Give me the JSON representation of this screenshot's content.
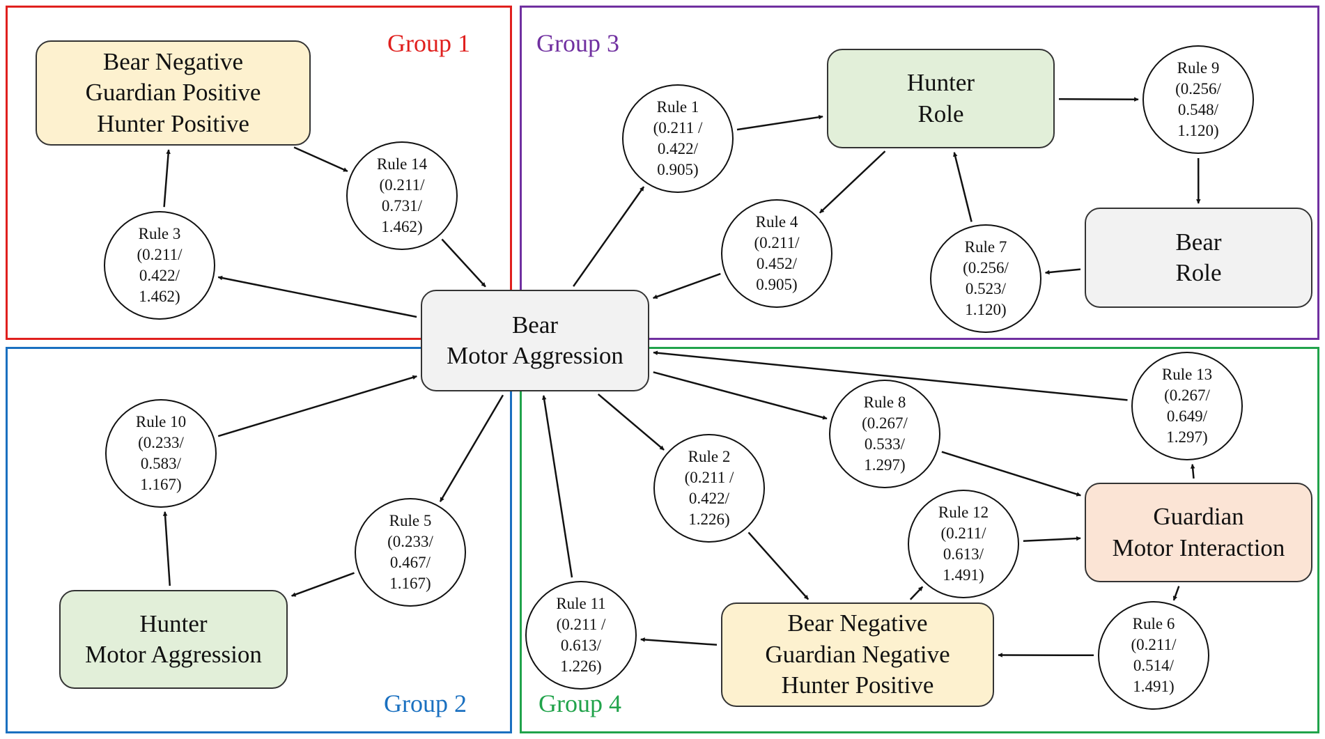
{
  "groups": [
    {
      "id": "g1",
      "label": "Group 1",
      "color": "#e0201e"
    },
    {
      "id": "g2",
      "label": "Group 2",
      "color": "#1a70c0"
    },
    {
      "id": "g3",
      "label": "Group 3",
      "color": "#7030a0"
    },
    {
      "id": "g4",
      "label": "Group 4",
      "color": "#21a34b"
    }
  ],
  "nodes": {
    "bear_motor_aggression": {
      "lines": [
        "Bear",
        "Motor Aggression"
      ],
      "fill": "#f2f2f2"
    },
    "g1_bear_neg_guardian_pos_hunter_pos": {
      "lines": [
        "Bear Negative",
        "Guardian Positive",
        "Hunter Positive"
      ],
      "fill": "#fdf1cf"
    },
    "hunter_role": {
      "lines": [
        "Hunter",
        "Role"
      ],
      "fill": "#e2efd9"
    },
    "bear_role": {
      "lines": [
        "Bear",
        "Role"
      ],
      "fill": "#f2f2f2"
    },
    "hunter_motor_aggression": {
      "lines": [
        "Hunter",
        "Motor Aggression"
      ],
      "fill": "#e2efd9"
    },
    "guardian_motor_interaction": {
      "lines": [
        "Guardian",
        "Motor Interaction"
      ],
      "fill": "#fbe4d5"
    },
    "g4_bear_neg_guardian_neg_hunter_pos": {
      "lines": [
        "Bear Negative",
        "Guardian Negative",
        "Hunter Positive"
      ],
      "fill": "#fdf1cf"
    }
  },
  "rules": {
    "r1": {
      "lines": [
        "Rule 1",
        "(0.211 /",
        "0.422/",
        "0.905)"
      ]
    },
    "r2": {
      "lines": [
        "Rule 2",
        "(0.211 /",
        "0.422/",
        "1.226)"
      ]
    },
    "r3": {
      "lines": [
        "Rule 3",
        "(0.211/",
        "0.422/",
        "1.462)"
      ]
    },
    "r4": {
      "lines": [
        "Rule 4",
        "(0.211/",
        "0.452/",
        "0.905)"
      ]
    },
    "r5": {
      "lines": [
        "Rule 5",
        "(0.233/",
        "0.467/",
        "1.167)"
      ]
    },
    "r6": {
      "lines": [
        "Rule 6",
        "(0.211/",
        "0.514/",
        "1.491)"
      ]
    },
    "r7": {
      "lines": [
        "Rule 7",
        "(0.256/",
        "0.523/",
        "1.120)"
      ]
    },
    "r8": {
      "lines": [
        "Rule 8",
        "(0.267/",
        "0.533/",
        "1.297)"
      ]
    },
    "r9": {
      "lines": [
        "Rule 9",
        "(0.256/",
        "0.548/",
        "1.120)"
      ]
    },
    "r10": {
      "lines": [
        "Rule 10",
        "(0.233/",
        "0.583/",
        "1.167)"
      ]
    },
    "r11": {
      "lines": [
        "Rule 11",
        "(0.211 /",
        "0.613/",
        "1.226)"
      ]
    },
    "r12": {
      "lines": [
        "Rule 12",
        "(0.211/",
        "0.613/",
        "1.491)"
      ]
    },
    "r13": {
      "lines": [
        "Rule 13",
        "(0.267/",
        "0.649/",
        "1.297)"
      ]
    },
    "r14": {
      "lines": [
        "Rule 14",
        "(0.211/",
        "0.731/",
        "1.462)"
      ]
    }
  },
  "edges": [
    {
      "from": "bear_motor_aggression",
      "to": "r3"
    },
    {
      "from": "r3",
      "to": "g1_bear_neg_guardian_pos_hunter_pos"
    },
    {
      "from": "g1_bear_neg_guardian_pos_hunter_pos",
      "to": "r14"
    },
    {
      "from": "r14",
      "to": "bear_motor_aggression"
    },
    {
      "from": "bear_motor_aggression",
      "to": "r1"
    },
    {
      "from": "r1",
      "to": "hunter_role"
    },
    {
      "from": "hunter_role",
      "to": "r9"
    },
    {
      "from": "r9",
      "to": "bear_role"
    },
    {
      "from": "bear_role",
      "to": "r7"
    },
    {
      "from": "r7",
      "to": "hunter_role"
    },
    {
      "from": "hunter_role",
      "to": "r4"
    },
    {
      "from": "r4",
      "to": "bear_motor_aggression"
    },
    {
      "from": "hunter_motor_aggression",
      "to": "r10"
    },
    {
      "from": "r10",
      "to": "bear_motor_aggression"
    },
    {
      "from": "bear_motor_aggression",
      "to": "r5"
    },
    {
      "from": "r5",
      "to": "hunter_motor_aggression"
    },
    {
      "from": "bear_motor_aggression",
      "to": "r8"
    },
    {
      "from": "r8",
      "to": "guardian_motor_interaction"
    },
    {
      "from": "guardian_motor_interaction",
      "to": "r13"
    },
    {
      "from": "r13",
      "to": "bear_motor_aggression"
    },
    {
      "from": "bear_motor_aggression",
      "to": "r2"
    },
    {
      "from": "r2",
      "to": "g4_bear_neg_guardian_neg_hunter_pos"
    },
    {
      "from": "g4_bear_neg_guardian_neg_hunter_pos",
      "to": "r12"
    },
    {
      "from": "r12",
      "to": "guardian_motor_interaction"
    },
    {
      "from": "guardian_motor_interaction",
      "to": "r6"
    },
    {
      "from": "r6",
      "to": "g4_bear_neg_guardian_neg_hunter_pos"
    },
    {
      "from": "g4_bear_neg_guardian_neg_hunter_pos",
      "to": "r11"
    },
    {
      "from": "r11",
      "to": "bear_motor_aggression"
    }
  ]
}
